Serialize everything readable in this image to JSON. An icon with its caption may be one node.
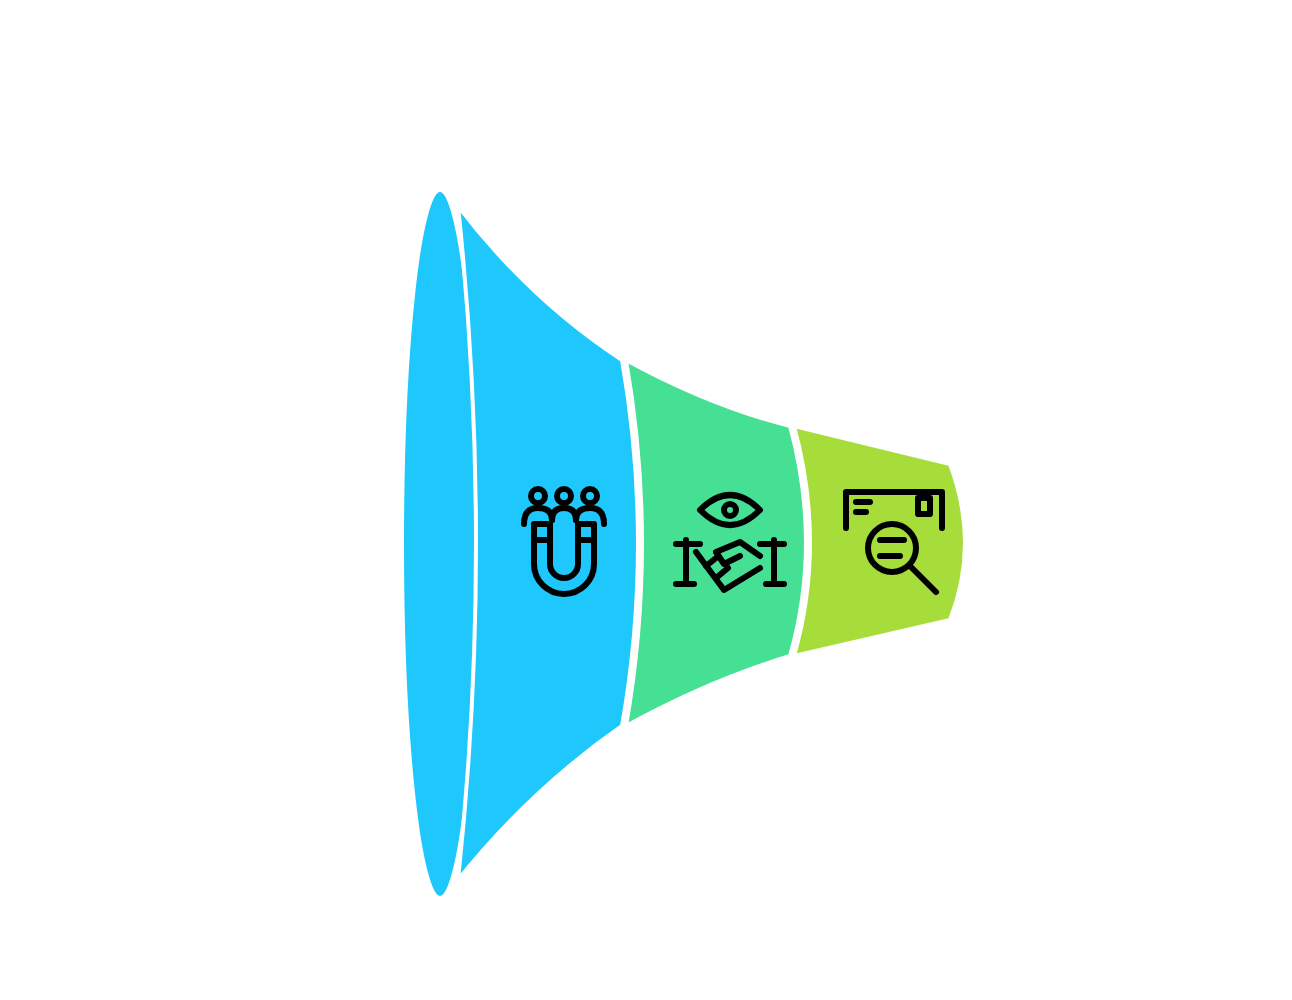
{
  "diagram": {
    "nodes": [
      {
        "text": [],
        "shape": "band"
      },
      {
        "text": [],
        "shape": "band"
      },
      {
        "text": [],
        "shape": "band"
      }
    ]
  }
}
